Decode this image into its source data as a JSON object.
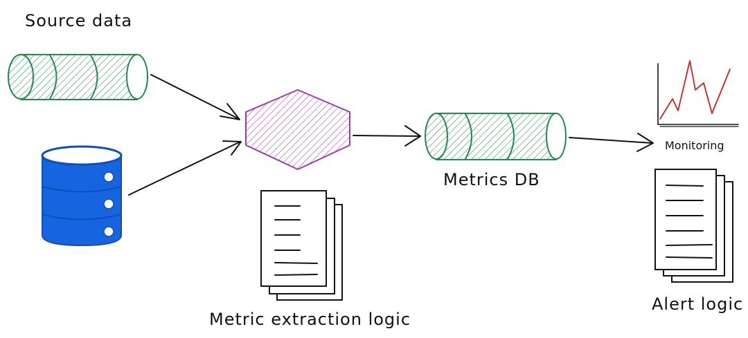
{
  "labels": {
    "source_data": "Source data",
    "metric_extraction_logic": "Metric extraction logic",
    "metrics_db": "Metrics DB",
    "monitoring": "Monitoring",
    "alert_logic": "Alert logic"
  },
  "colors": {
    "stream": "#1f8a4c",
    "stream_fill": "#d6ecd9",
    "processor": "#9b3bb0",
    "processor_fill": "#efd7f3",
    "database": "#1764e0",
    "database_dark": "#0d4fb8",
    "chart_line": "#d0201a",
    "ink": "#111111"
  },
  "icons": {
    "source_stream": "stream-cylinder-icon",
    "source_database": "database-icon",
    "processor": "hexagon-processor-icon",
    "extraction_docs": "document-stack-icon",
    "metrics_db": "stream-cylinder-icon",
    "monitoring": "line-chart-icon",
    "alert_docs": "document-stack-icon"
  }
}
